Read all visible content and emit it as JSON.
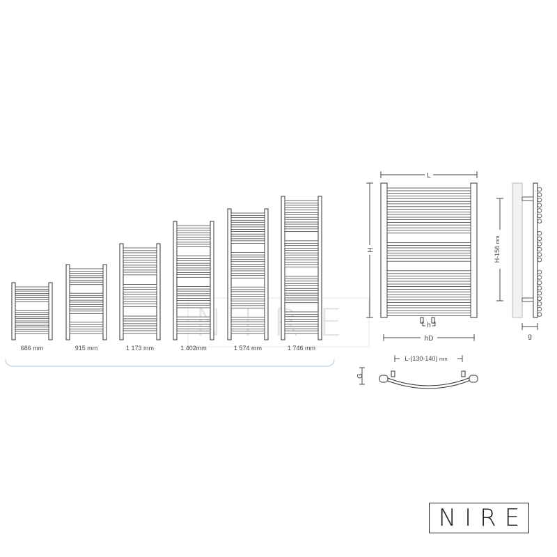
{
  "watermark": "NIRE",
  "logo": {
    "text": "NIRE"
  },
  "sizes": [
    "686 mm",
    "915 mm",
    "1 173 mm",
    "1 402mm",
    "1 574 mm",
    "1 746 mm"
  ],
  "front_view": {
    "width_label": "L",
    "height_label": "H",
    "h_label": "h",
    "hd_label": "hD"
  },
  "side_view": {
    "height_label": "H-156",
    "unit": "mm",
    "depth_label": "g"
  },
  "top_view": {
    "length_label": "L-(130-140)",
    "unit": "mm",
    "depth_label": "G"
  }
}
